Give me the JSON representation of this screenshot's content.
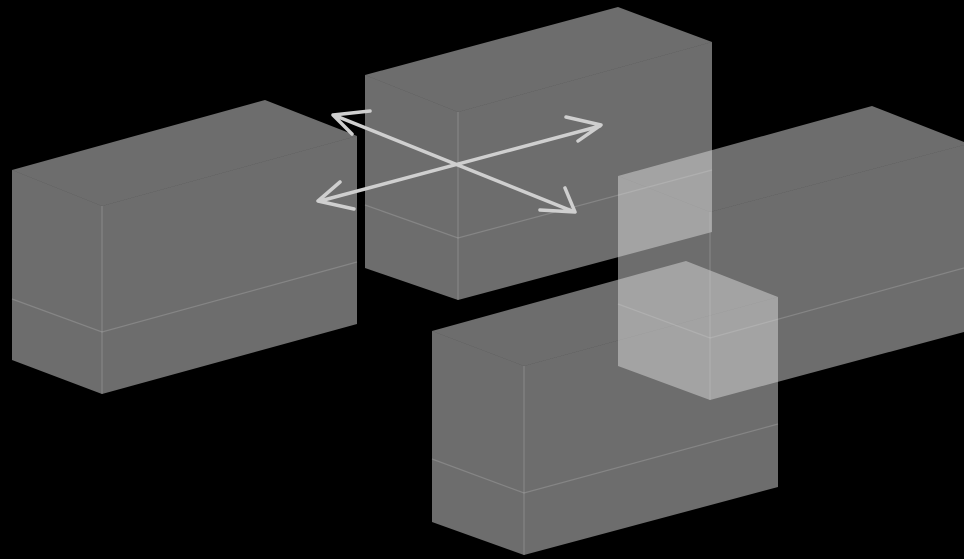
{
  "colors": {
    "background": "#000000",
    "box_face": "#d9d9d9",
    "arrow": "#cfcfcf"
  },
  "scene": {
    "objects": [
      {
        "name": "box-left",
        "kind": "translucent-box"
      },
      {
        "name": "box-top-center",
        "kind": "translucent-box"
      },
      {
        "name": "box-right",
        "kind": "translucent-box"
      },
      {
        "name": "box-bottom",
        "kind": "translucent-box"
      }
    ],
    "move_gizmo": {
      "name": "four-way-arrow-icon",
      "directions": [
        "up-left",
        "up-right",
        "down-left",
        "down-right"
      ]
    }
  }
}
